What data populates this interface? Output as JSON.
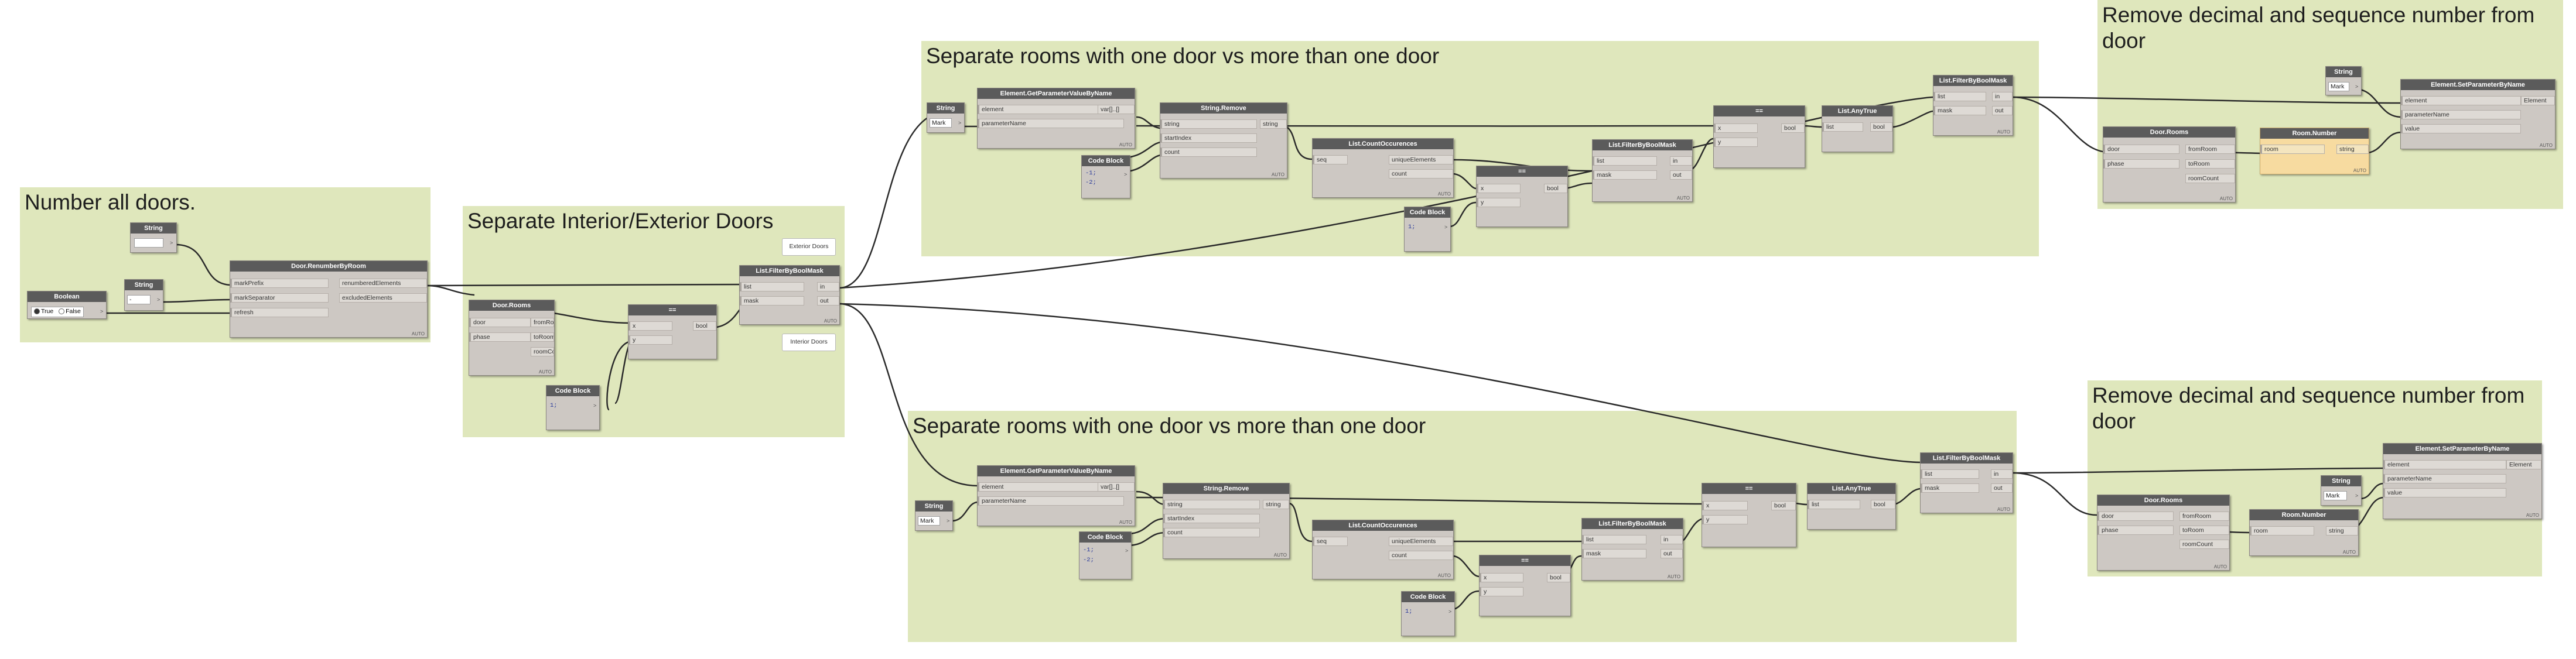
{
  "groups": {
    "number_doors": "Number all doors.",
    "interior_exterior": "Separate Interior/Exterior Doors",
    "sep_top": "Separate rooms with one door vs more than one door",
    "sep_bottom": "Separate rooms with one door vs more than one door",
    "remove_top": "Remove decimal and sequence number from door",
    "remove_bottom": "Remove decimal and sequence number from door"
  },
  "buttons": {
    "exterior": "Exterior Doors",
    "interior": "Interior Doors"
  },
  "common": {
    "auto": "AUTO",
    "arrow": ">"
  },
  "nodes": {
    "string_a": {
      "title": "String"
    },
    "string_b": {
      "title": "String",
      "value": "-"
    },
    "boolean": {
      "title": "Boolean",
      "true_label": "True",
      "false_label": "False"
    },
    "renumber": {
      "title": "Door.RenumberByRoom",
      "inputs": [
        "markPrefix",
        "markSeparator",
        "refresh"
      ],
      "outputs": [
        "renumberedElements",
        "excludedElements"
      ]
    },
    "door_rooms_1": {
      "title": "Door.Rooms",
      "inputs": [
        "door",
        "phase"
      ],
      "outputs": [
        "fromRoom",
        "toRoom",
        "roomCount"
      ]
    },
    "eq_1": {
      "title": "==",
      "inputs": [
        "x",
        "y"
      ],
      "output": "bool"
    },
    "code_block_1": {
      "title": "Code Block",
      "code": "1;"
    },
    "filter_1": {
      "title": "List.FilterByBoolMask",
      "inputs": [
        "list",
        "mask"
      ],
      "outputs": [
        "in",
        "out"
      ]
    },
    "t_string": {
      "title": "String",
      "value": "Mark"
    },
    "t_getparam": {
      "title": "Element.GetParameterValueByName",
      "inputs": [
        "element",
        "parameterName"
      ],
      "output": "var[]..[]"
    },
    "t_codeblock": {
      "title": "Code Block",
      "code": [
        "-1;",
        "-2;"
      ]
    },
    "t_remove": {
      "title": "String.Remove",
      "inputs": [
        "string",
        "startIndex",
        "count"
      ],
      "output": "string"
    },
    "t_countocc": {
      "title": "List.CountOccurences",
      "inputs": [
        "seq"
      ],
      "outputs": [
        "uniqueElements",
        "count"
      ]
    },
    "t_codeblock2": {
      "title": "Code Block",
      "code": "1;"
    },
    "t_eq": {
      "title": "==",
      "inputs": [
        "x",
        "y"
      ],
      "output": "bool"
    },
    "t_filter_a": {
      "title": "List.FilterByBoolMask",
      "inputs": [
        "list",
        "mask"
      ],
      "outputs": [
        "in",
        "out"
      ]
    },
    "t_eq2": {
      "title": "==",
      "inputs": [
        "x",
        "y"
      ],
      "output": "bool"
    },
    "t_anytrue": {
      "title": "List.AnyTrue",
      "inputs": [
        "list"
      ],
      "output": "bool"
    },
    "t_filter_b": {
      "title": "List.FilterByBoolMask",
      "inputs": [
        "list",
        "mask"
      ],
      "outputs": [
        "in",
        "out"
      ]
    },
    "t_string2": {
      "title": "String",
      "value": "Mark"
    },
    "t_door_rooms": {
      "title": "Door.Rooms",
      "inputs": [
        "door",
        "phase"
      ],
      "outputs": [
        "fromRoom",
        "toRoom",
        "roomCount"
      ]
    },
    "t_room_number": {
      "title": "Room.Number",
      "inputs": [
        "room"
      ],
      "output": "string"
    },
    "t_setparam": {
      "title": "Element.SetParameterByName",
      "inputs": [
        "element",
        "parameterName",
        "value"
      ],
      "output": "Element"
    },
    "b_string": {
      "title": "String",
      "value": "Mark"
    },
    "b_getparam": {
      "title": "Element.GetParameterValueByName",
      "inputs": [
        "element",
        "parameterName"
      ],
      "output": "var[]..[]"
    },
    "b_codeblock": {
      "title": "Code Block",
      "code": [
        "-1;",
        "-2;"
      ]
    },
    "b_remove": {
      "title": "String.Remove",
      "inputs": [
        "string",
        "startIndex",
        "count"
      ],
      "output": "string"
    },
    "b_countocc": {
      "title": "List.CountOccurences",
      "inputs": [
        "seq"
      ],
      "outputs": [
        "uniqueElements",
        "count"
      ]
    },
    "b_filter_a": {
      "title": "List.FilterByBoolMask",
      "inputs": [
        "list",
        "mask"
      ],
      "outputs": [
        "in",
        "out"
      ]
    },
    "b_eq": {
      "title": "==",
      "inputs": [
        "x",
        "y"
      ],
      "output": "bool"
    },
    "b_codeblock2": {
      "title": "Code Block",
      "code": "1;"
    },
    "b_eq2": {
      "title": "==",
      "inputs": [
        "x",
        "y"
      ],
      "output": "bool"
    },
    "b_anytrue": {
      "title": "List.AnyTrue",
      "inputs": [
        "list"
      ],
      "output": "bool"
    },
    "b_filter_b": {
      "title": "List.FilterByBoolMask",
      "inputs": [
        "list",
        "mask"
      ],
      "outputs": [
        "in",
        "out"
      ]
    },
    "b_door_rooms": {
      "title": "Door.Rooms",
      "inputs": [
        "door",
        "phase"
      ],
      "outputs": [
        "fromRoom",
        "toRoom",
        "roomCount"
      ]
    },
    "b_room_number": {
      "title": "Room.Number",
      "inputs": [
        "room"
      ],
      "output": "string"
    },
    "b_string2": {
      "title": "String",
      "value": "Mark"
    },
    "b_setparam": {
      "title": "Element.SetParameterByName",
      "inputs": [
        "element",
        "parameterName",
        "value"
      ],
      "output": "Element"
    }
  }
}
